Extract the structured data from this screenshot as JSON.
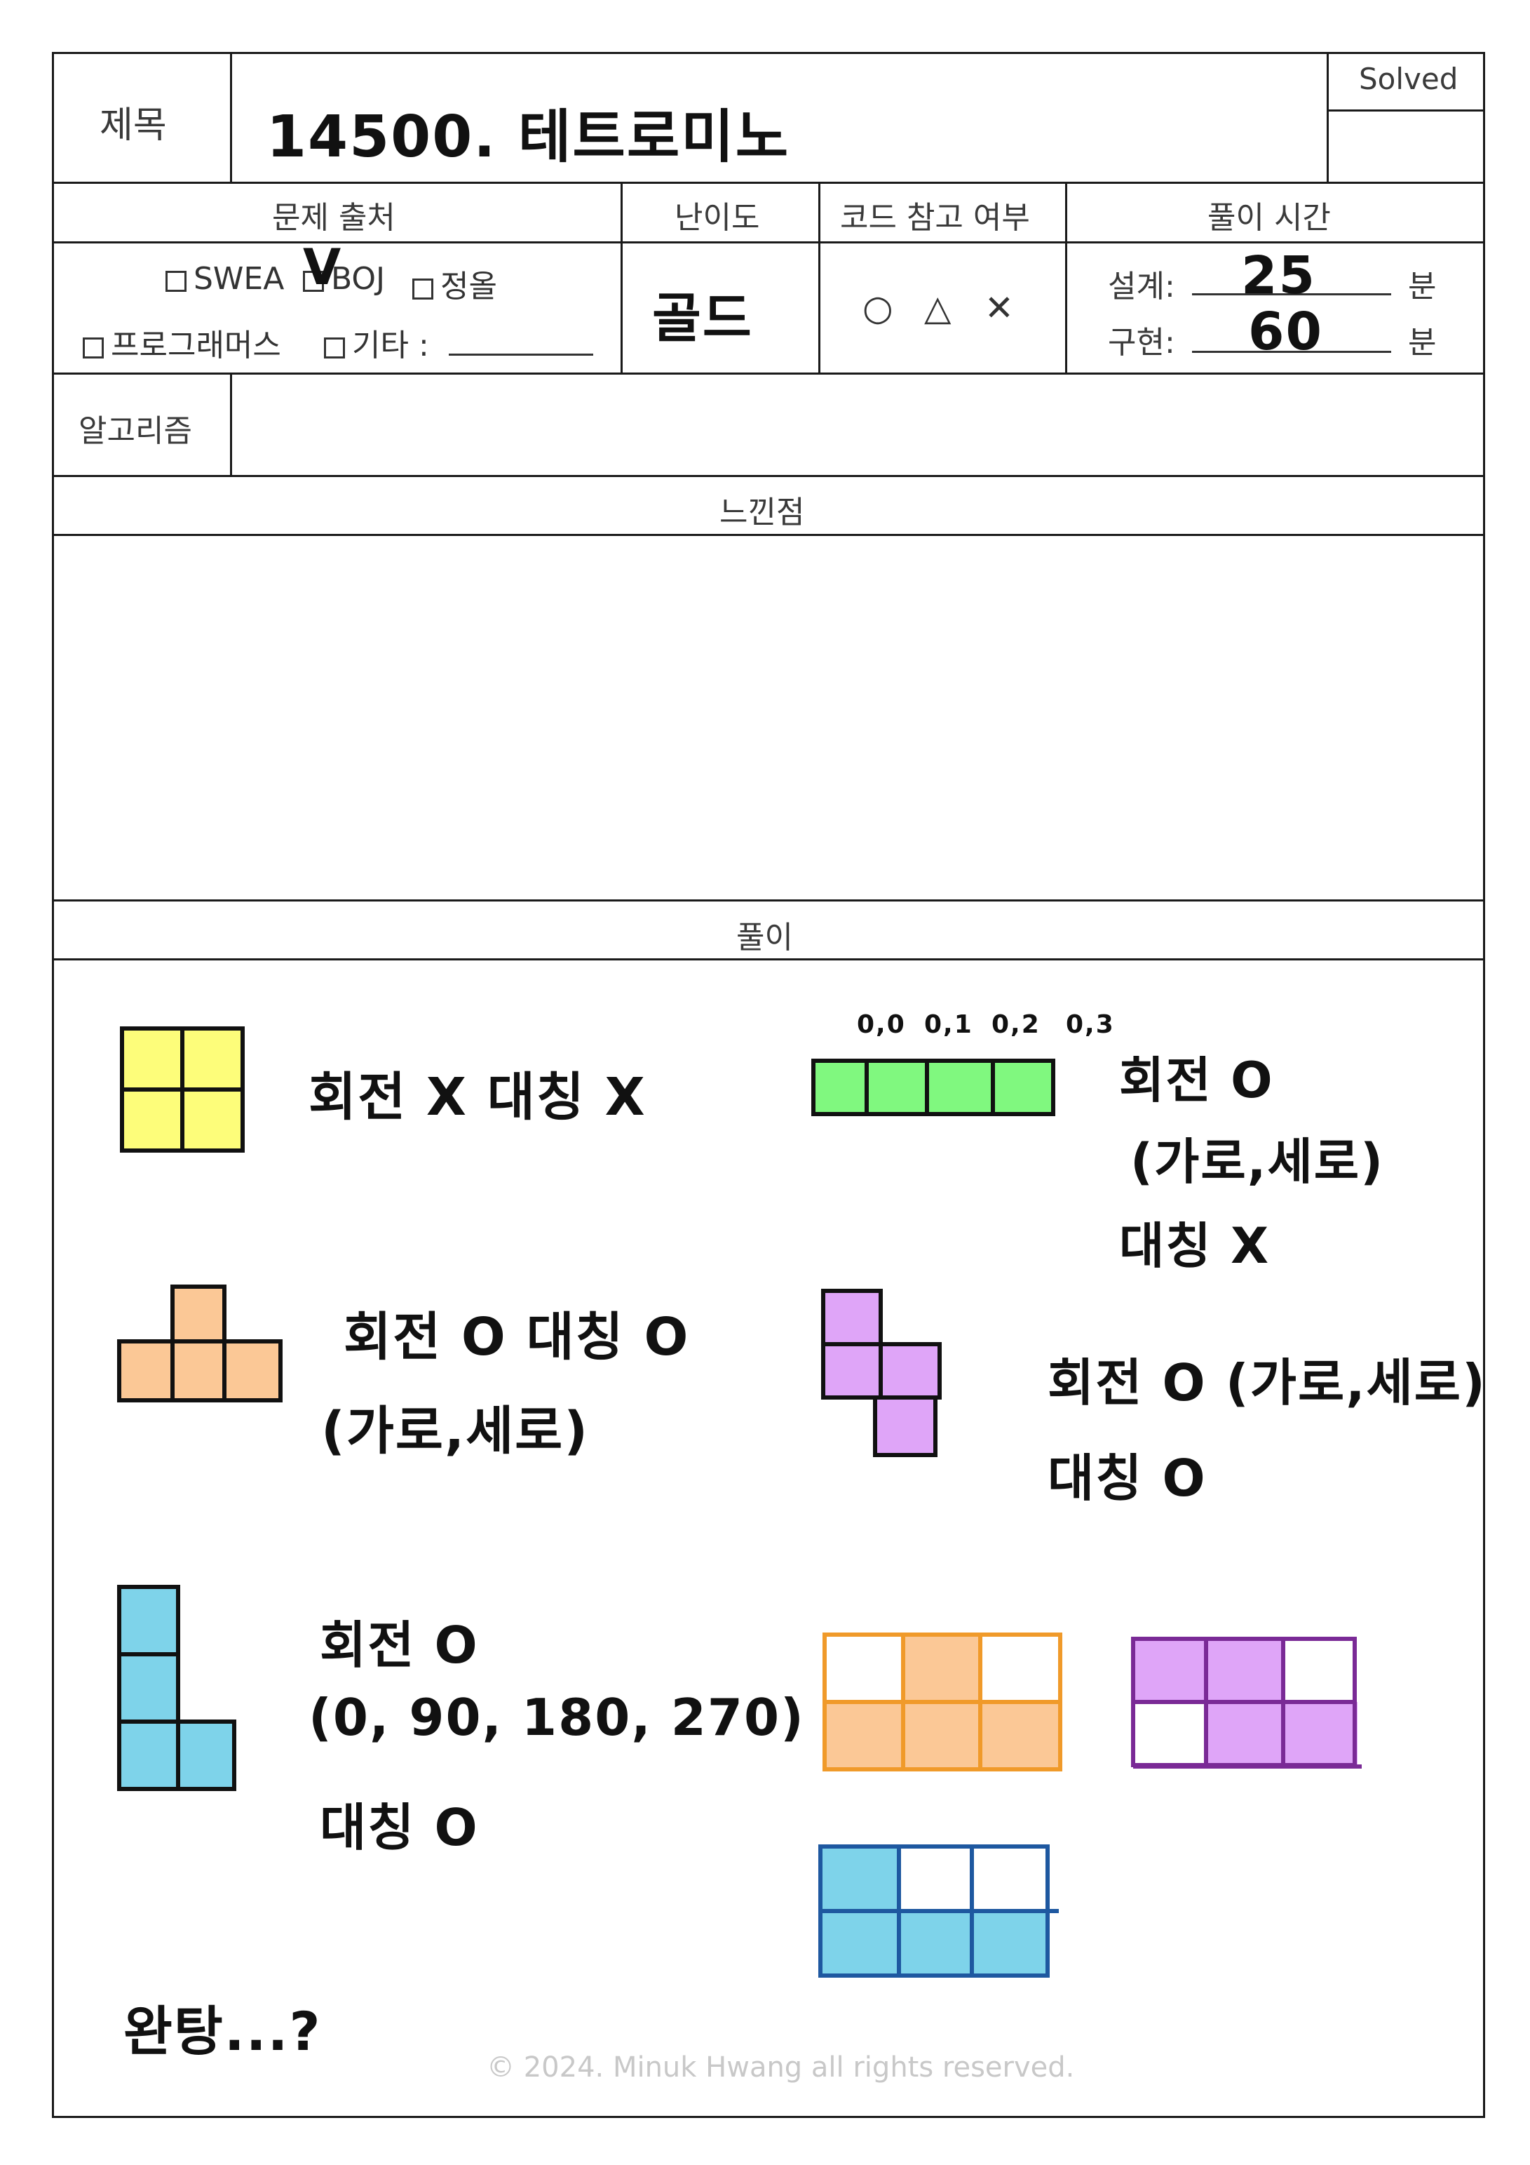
{
  "header": {
    "title_label": "제목",
    "title_value": "14500. 테트로미노",
    "solved_label": "Solved"
  },
  "meta": {
    "source_label": "문제 출처",
    "difficulty_label": "난이도",
    "code_ref_label": "코드 참고 여부",
    "time_label": "풀이 시간",
    "sources": [
      {
        "label": "SWEA",
        "checked": false
      },
      {
        "label": "BOJ",
        "checked": true
      },
      {
        "label": "정올",
        "checked": false
      },
      {
        "label": "프로그래머스",
        "checked": false
      },
      {
        "label": "기타 :",
        "checked": false
      }
    ],
    "check_mark": "V",
    "difficulty_value": "골드",
    "code_ref_options": [
      "○",
      "△",
      "✕"
    ],
    "design_label": "설계:",
    "design_value": "25",
    "impl_label": "구현:",
    "impl_value": "60",
    "minute_unit": "분"
  },
  "algorithm": {
    "label": "알고리즘",
    "value": ""
  },
  "reflection": {
    "label": "느낀점",
    "value": ""
  },
  "solution": {
    "label": "풀이",
    "notes": {
      "square": "회전 X 대칭 X",
      "i_top": [
        "0,0",
        "0,1",
        "0,2",
        "0,3"
      ],
      "i_line1": "회전 O",
      "i_line2": "(가로,세로)",
      "i_line3": "대칭 X",
      "t_line1": "회전 O 대칭 O",
      "t_line2": "(가로,세로)",
      "s_line1": "회전 O (가로,세로)",
      "s_line2": "대칭 O",
      "l_line1": "회전 O",
      "l_line2": "(0, 90, 180, 270)",
      "l_line3": "대칭 O",
      "final": "완탕...?"
    },
    "colors": {
      "yellow": "#fdfd7a",
      "green": "#80f87f",
      "peach": "#fbc896",
      "purple": "#dfa5f8",
      "blue": "#7ed3ea",
      "orange_line": "#f09a2a",
      "purple_line": "#7a2a96",
      "blue_line": "#1e58a0"
    }
  },
  "footer": {
    "copyright": "© 2024. Minuk Hwang all rights reserved."
  }
}
